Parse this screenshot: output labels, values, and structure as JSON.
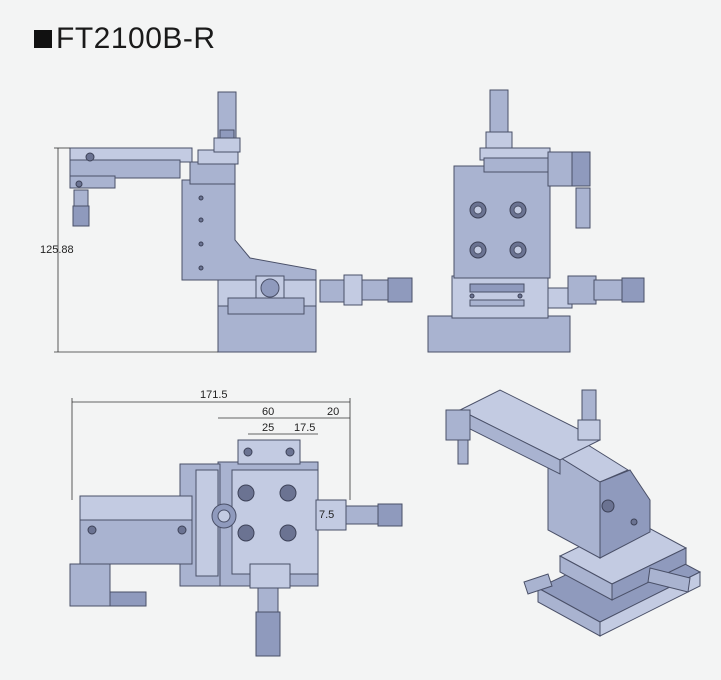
{
  "title": "FT2100B-R",
  "dimensions": {
    "height": "125.88",
    "width": "171.5",
    "d60": "60",
    "d20": "20",
    "d25": "25",
    "d17": "17.5",
    "d75": "7.5"
  }
}
